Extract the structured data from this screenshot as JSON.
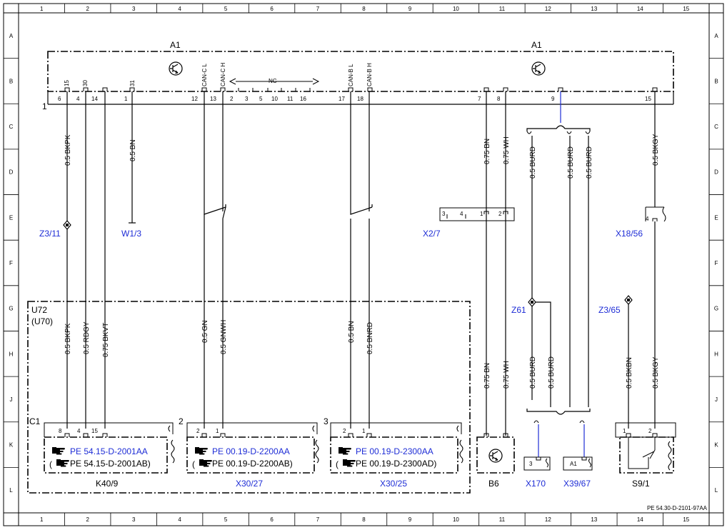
{
  "grid": {
    "columns": [
      "1",
      "2",
      "3",
      "4",
      "5",
      "6",
      "7",
      "8",
      "9",
      "10",
      "11",
      "12",
      "13",
      "14",
      "15"
    ],
    "rows": [
      "A",
      "B",
      "C",
      "D",
      "E",
      "F",
      "G",
      "H",
      "J",
      "K",
      "L"
    ]
  },
  "components": {
    "a1_left": "A1",
    "a1_right": "A1",
    "a1_corner": "1",
    "z3_11": "Z3/11",
    "w1_3": "W1/3",
    "x2_7": "X2/7",
    "x18_56": "X18/56",
    "z61": "Z61",
    "z3_65": "Z3/65",
    "u72": "U72",
    "u70": "(U70)",
    "c1": "C1",
    "conn2": "2",
    "conn3": "3",
    "k40_9": "K40/9",
    "x30_27": "X30/27",
    "x30_25": "X30/25",
    "b6": "B6",
    "x170": "X170",
    "x39_67": "X39/67",
    "s9_1": "S9/1"
  },
  "a1_pins": {
    "p6": "6",
    "p4": "4",
    "p14": "14",
    "p1": "1",
    "p12": "12",
    "p13": "13",
    "p2": "2",
    "p3": "3",
    "p5": "5",
    "p10": "10",
    "p11": "11",
    "p16": "16",
    "p17": "17",
    "p18": "18",
    "p7": "7",
    "p8": "8",
    "p9": "9",
    "p15": "15"
  },
  "a1_functions": {
    "f15": "15",
    "f30": "30",
    "f31": "31",
    "can_c_l": "CAN-C L",
    "can_c_h": "CAN-C H",
    "can_b_l": "CAN-B L",
    "can_b_h": "CAN-B H",
    "nc": "NC"
  },
  "wires": {
    "w1": "0.5 BKPK",
    "w2": "0.5 BN",
    "w3": "0.75 BN",
    "w4": "0.75 WH",
    "w5": "0.5 BURD",
    "w6": "0.5 BURD",
    "w7": "0.5 BURD",
    "w8": "0.5 BKGY",
    "w9": "0.5 BKPK",
    "w10": "0.5 RDGY",
    "w11": "0.75 BKVT",
    "w12": "0.5 GN",
    "w13": "0.5 GNWH",
    "w14": "0.5 BN",
    "w15": "0.5 BNRD",
    "w16": "0.75 BN",
    "w17": "0.75 WH",
    "w18": "0.5 BURD",
    "w19": "0.5 BURD",
    "w20": "0.5 BKBN",
    "w21": "0.5 BKGY"
  },
  "x2_7_pins": {
    "p3": "3",
    "p4": "4",
    "p1": "1",
    "p2": "2"
  },
  "x18_pin": "4",
  "c1_pins": {
    "p8": "8",
    "p4": "4",
    "p15": "15"
  },
  "conn2_pins": {
    "p2": "2",
    "p1": "1"
  },
  "conn3_pins": {
    "p2": "2",
    "p1": "1"
  },
  "x170_pin": "3",
  "x39_pin": "A1",
  "s9_pins": {
    "p1": "1",
    "p2": "2"
  },
  "references": {
    "k40_main": "PE 54.15-D-2001AA",
    "k40_alt": "PE 54.15-D-2001AB)",
    "x30_27_main": "PE 00.19-D-2200AA",
    "x30_27_alt": "PE 00.19-D-2200AB)",
    "x30_25_main": "PE 00.19-D-2300AA",
    "x30_25_alt": "PE 00.19-D-2300AD)"
  },
  "doc_id": "PE 54.30-D-2101-97AA",
  "colors": {
    "reference_blue": "#1e2dd6",
    "line": "#000000"
  }
}
